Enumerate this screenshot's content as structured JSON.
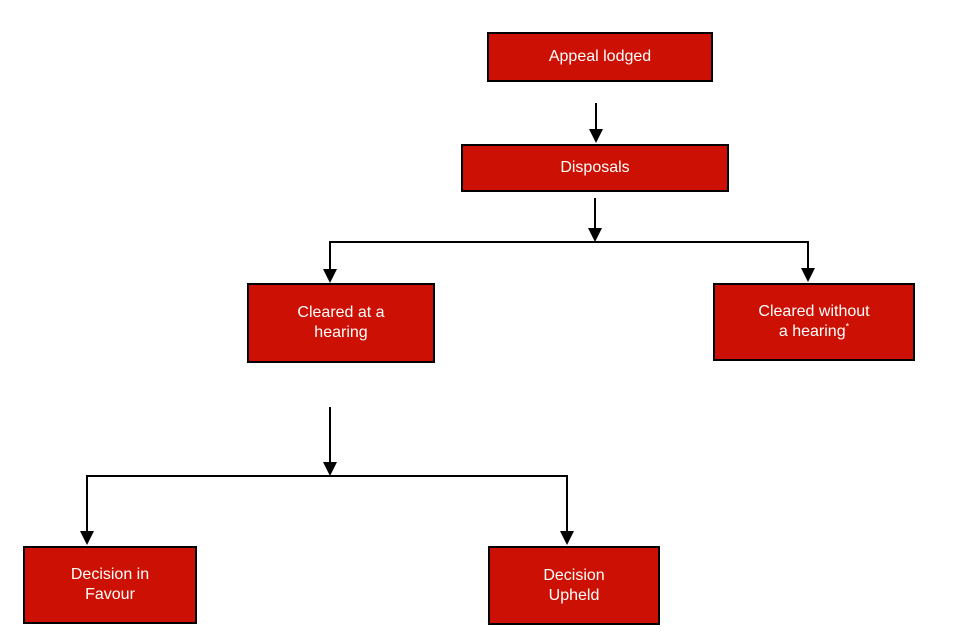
{
  "colors": {
    "box_fill": "#cc1104",
    "box_border": "#000000",
    "box_text": "#ffffff",
    "line": "#000000",
    "background": "#ffffff"
  },
  "nodes": [
    {
      "id": "appeal-lodged",
      "label": "Appeal lodged"
    },
    {
      "id": "disposals",
      "label": "Disposals"
    },
    {
      "id": "cleared-at-a-hearing",
      "label": "Cleared at a\nhearing"
    },
    {
      "id": "cleared-without-a-hearing",
      "label": "Cleared without\na hearing",
      "footnote_marker": "*"
    },
    {
      "id": "decision-in-favour",
      "label": "Decision in\nFavour"
    },
    {
      "id": "decision-upheld",
      "label": "Decision\nUpheld"
    }
  ],
  "edges": [
    {
      "from": "appeal-lodged",
      "to": "disposals"
    },
    {
      "from": "disposals",
      "to": "cleared-at-a-hearing"
    },
    {
      "from": "disposals",
      "to": "cleared-without-a-hearing"
    },
    {
      "from": "cleared-at-a-hearing",
      "to": "decision-in-favour"
    },
    {
      "from": "cleared-at-a-hearing",
      "to": "decision-upheld"
    }
  ]
}
